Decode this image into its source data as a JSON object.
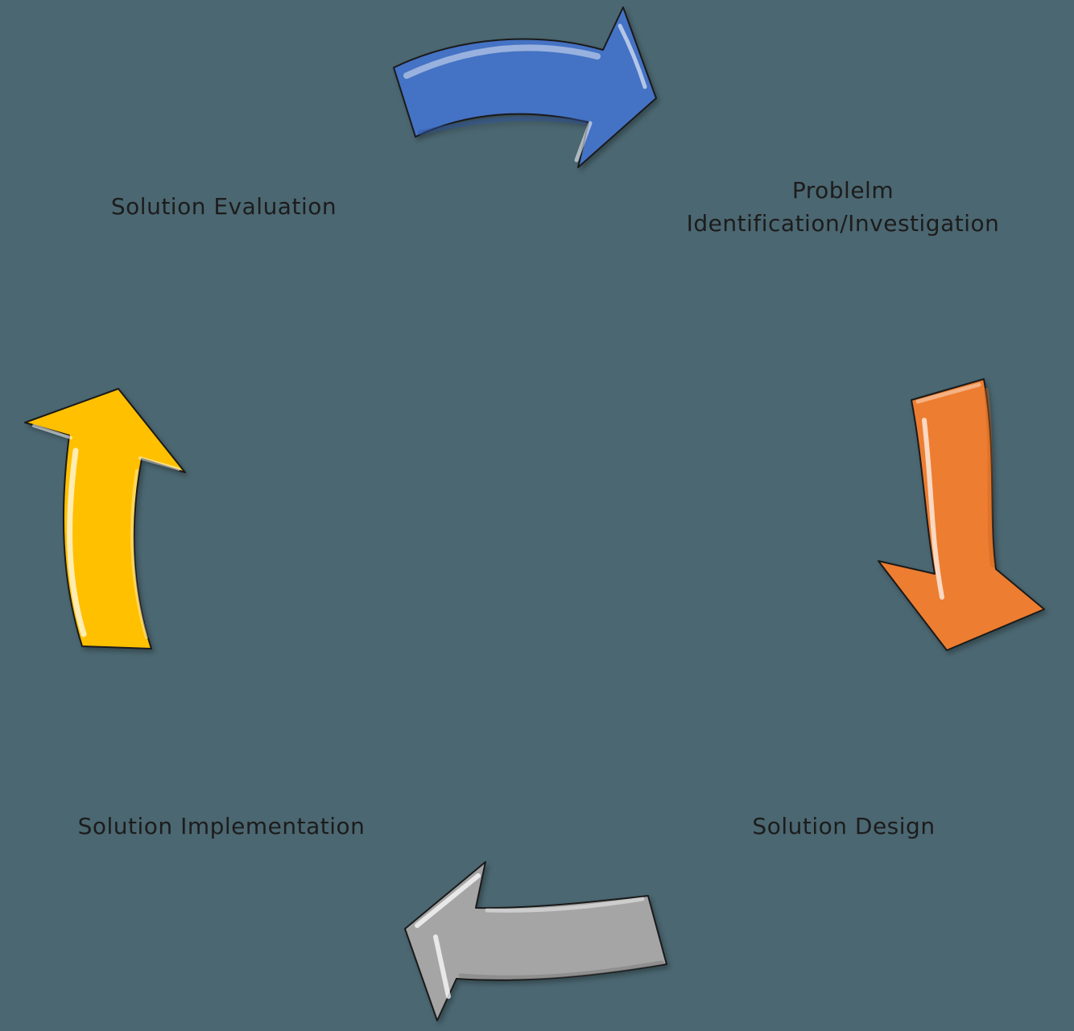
{
  "background_color": "#4B6771",
  "text_color": "#1c1c1c",
  "labels": {
    "solution_evaluation": "Solution Evaluation",
    "problem_identification_line1": "Problelm",
    "problem_identification_line2": "Identification/Investigation",
    "solution_design": "Solution Design",
    "solution_implementation": "Solution Implementation"
  },
  "arrows": {
    "top": {
      "icon": "curved-arrow-right-icon",
      "direction": "right",
      "color": "#4472C4"
    },
    "right": {
      "icon": "curved-arrow-down-icon",
      "direction": "down",
      "color": "#ED7D31"
    },
    "bottom": {
      "icon": "curved-arrow-left-icon",
      "direction": "left",
      "color": "#A5A5A5"
    },
    "left": {
      "icon": "curved-arrow-up-icon",
      "direction": "up",
      "color": "#FFC000"
    }
  }
}
